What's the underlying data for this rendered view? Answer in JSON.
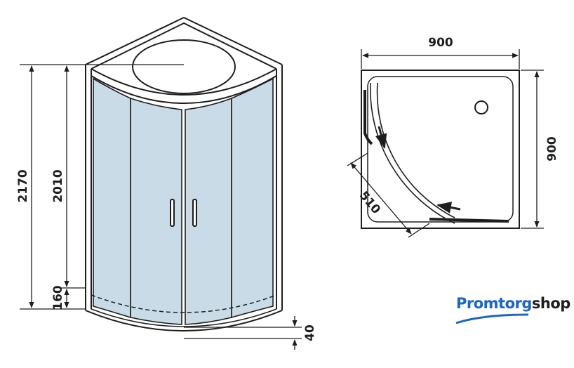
{
  "front_view": {
    "dimensions": {
      "total_height": "2170",
      "cabin_height": "2010",
      "tray_height": "160",
      "tray_depth": "40"
    }
  },
  "plan_view": {
    "dimensions": {
      "width": "900",
      "depth": "900",
      "door_opening": "510"
    }
  },
  "logo": {
    "part1": "Promtorg",
    "part2": "shop"
  },
  "colors": {
    "glass": "#c8dbe6",
    "line": "#1e1e1e",
    "brand_blue": "#1a66c8"
  }
}
